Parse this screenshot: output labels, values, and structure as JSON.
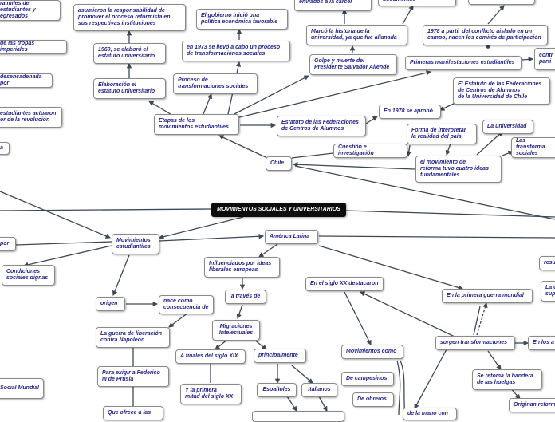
{
  "map_title": "MOVIMIENTOS SOCIALES Y UNIVERSITARIOS",
  "nodes": {
    "miles": "ra miles de\nestudiantes y egresados",
    "tropas": "de las tropas imperiales",
    "desencadenada": "desencadenada por",
    "estudiantes_actuaron": "estudiantes actuaron\nor de la revolución",
    "edge_a": "a",
    "asumieron": "asumieron la responsabilidad de\npromover el proceso reformista en\nsus respectivas instituciones",
    "estatuto1969": "1969, se elaboró el\nestatuto universitario",
    "elaboracion": "Elaboración el\nestatuto universitario",
    "gobierno": "El gobierno inició una\npolítica económica favorable",
    "en1973": "en 1973 se llevó a cabo un proceso\nde transformaciones sociales",
    "proceso": "Proceso de\ntransformaciones sociales",
    "etapas": "Etapas de los\nmovimientos estudiantiles",
    "enviados": "enviados a la cárcel",
    "documentos": "documentos",
    "marco": "Marcó la historia de la\nuniversidad, ya que fue allanada",
    "golpe": "Golpe y muerte del\nPresidente Salvador Allende",
    "partir1978": "1978  a partir del conflicto aislado en un\ncampo, nacen los comités de participación",
    "contr": "contr\nparti",
    "primeras": "Primeras manifestaciones estudiantiles",
    "estatuto_fed_uchile": "El Estatuto de las Federaciones\nde Centros de Alumnos\nde la Universidad de Chile",
    "estatuto_fed": "Estatuto de las Federaciones\nde Centros de Alumnos",
    "en1978": "En 1978 se aprobó",
    "forma": "Forma de interpretar\nla realidad del país",
    "la_universidad": "La universidad",
    "las_transforma": "Las transforma\nsociales",
    "cuestion": "Cuestión e investigación",
    "el_movimiento": "el movimiento de\nreforma tuvo cuatro ideas\nfundamentales",
    "chile": "Chile",
    "por": "por",
    "movimientos_est": "Movimientos\nestudiantiles",
    "condiciones": "Condiciones\nsociales dignas",
    "origen": "origen",
    "america_latina": "América Latina",
    "influenciados": "Influenciados por ideas\nliberales europeas",
    "a_traves": "a través de",
    "nace": "nace como\nconsecuencia de",
    "guerra_liberacion": "La guerra de liberación\ncontra Napoleón",
    "migraciones": "Migraciones\nIntelectuales",
    "finales": "A finales del siglo XIX",
    "principalmente": "principalmente",
    "federico": "Para exigir a Federico\nIII de Prusia",
    "primera_mitad": "Y la primera\nmitad del siglo XX",
    "espanoles": "Españoles",
    "italianos": "Italianos",
    "social_mundial": "Social Mundial",
    "ofrece": "Que ofrece a las",
    "siglo_xx": "En el siglo XX destacaron",
    "movimientos_como": "Movimientos como",
    "campesinos": "De campesinos",
    "obreros": "De obreros",
    "mano": "de la mano con",
    "primera_guerra": "En la primera guerra mundial",
    "surgen": "surgen transformaciones",
    "en_los": "En los a",
    "retoma": "Se retoma la bandera\nde las huelgas",
    "originan": "Originan reform",
    "resu": "resu",
    "la_sup": "La c\nsup"
  },
  "colors": {
    "node_text": "#1f1f86",
    "node_border": "#8a8a8a",
    "central_bg": "#0d0d0d",
    "link": "#3c4a56"
  }
}
